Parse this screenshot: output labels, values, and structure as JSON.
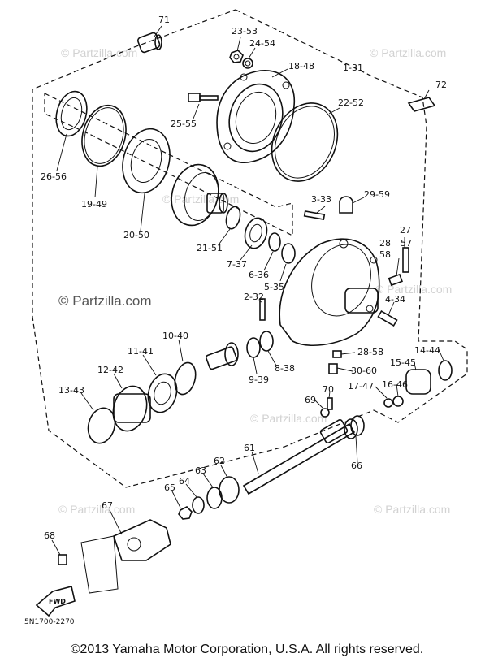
{
  "diagram": {
    "callouts": [
      "71",
      "23-53",
      "24-54",
      "18-48",
      "1-31",
      "72",
      "22-52",
      "25-55",
      "26-56",
      "19-49",
      "20-50",
      "3-33",
      "29-59",
      "27",
      "28",
      "57",
      "58",
      "21-51",
      "7-37",
      "6-36",
      "5-35",
      "2-32",
      "4-34",
      "10-40",
      "11-41",
      "12-42",
      "13-43",
      "9-39",
      "8-38",
      "14-44",
      "15-45",
      "28-58",
      "30-60",
      "17-47",
      "16-46",
      "69",
      "70",
      "61",
      "66",
      "62",
      "63",
      "64",
      "65",
      "67",
      "68"
    ],
    "diagram_code": "5N1700-2270",
    "forward_marker": "FWD",
    "watermarks": [
      "© Partzilla.com",
      "© Partzilla.com",
      "© Partzilla.com",
      "© Partzilla.com",
      "© Partzilla.com",
      "© Partzilla.com",
      "© Partzilla.com",
      "© Partzilla.com"
    ]
  },
  "footer": {
    "copyright": "©2013 Yamaha Motor Corporation, U.S.A. All rights reserved."
  }
}
